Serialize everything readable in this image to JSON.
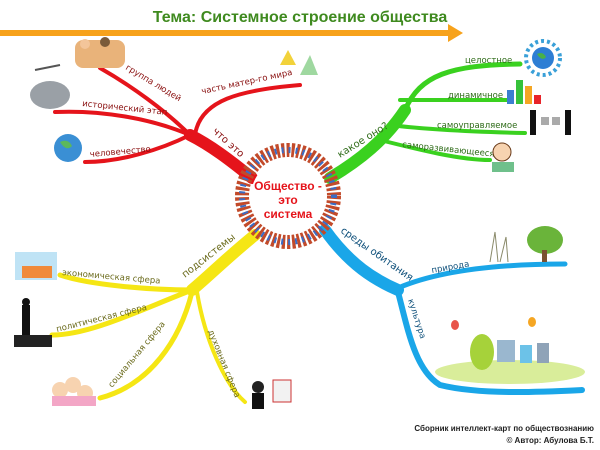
{
  "title": "Тема: Системное строение общества",
  "center": {
    "line1": "Общество -",
    "line2": "это",
    "line3": "система"
  },
  "branches": {
    "what": {
      "label": "что это",
      "color": "#e5141b",
      "items": [
        "группа людей",
        "исторический этап",
        "человечество",
        "часть матер-го мира"
      ]
    },
    "kind": {
      "label": "какое оно?",
      "color": "#3ad11f",
      "items": [
        "целостное",
        "динамичное",
        "самоуправляемое",
        "саморазвивающееся"
      ]
    },
    "subsystems": {
      "label": "подсистемы",
      "color": "#f5e614",
      "items": [
        "экономическая сфера",
        "политическая сфера",
        "социальная сфера",
        "духовная сфера"
      ]
    },
    "environment": {
      "label": "среды обитания",
      "color": "#1aa6e8",
      "items": [
        "природа",
        "культура"
      ]
    }
  },
  "credits": {
    "line1": "Сборник интеллект-карт по обществознанию",
    "line2": "© Автор: Абулова Б.Т."
  },
  "accent_arrow_color": "#f7a21b"
}
